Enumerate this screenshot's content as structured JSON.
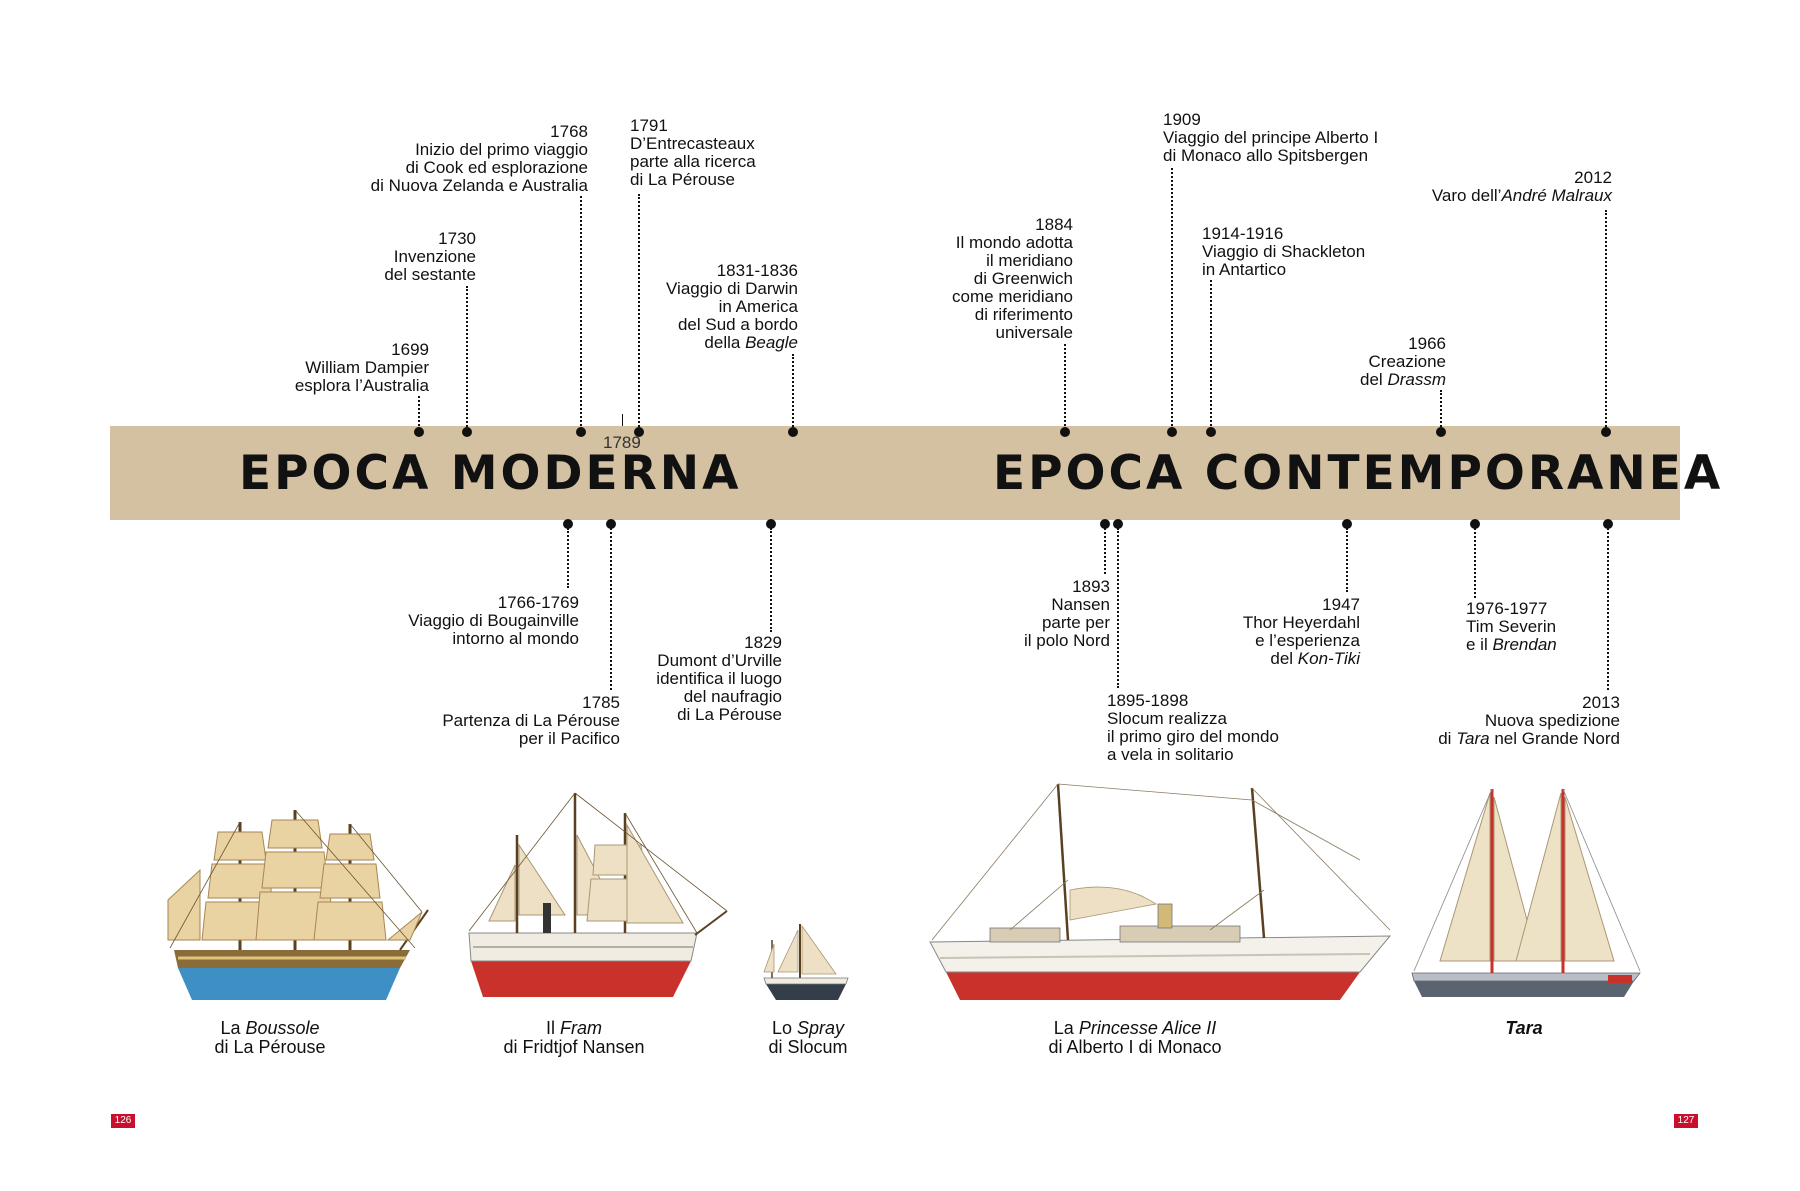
{
  "eras": {
    "modern": "EPOCA MODERNA",
    "contemporary": "EPOCA CONTEMPORANEA"
  },
  "year_marker": "1789",
  "events_above": [
    {
      "year": "1699",
      "lines": [
        "William Dampier",
        "esplora l’Australia"
      ]
    },
    {
      "year": "1730",
      "lines": [
        "Invenzione",
        "del sestante"
      ]
    },
    {
      "year": "1768",
      "lines": [
        "Inizio del primo viaggio",
        "di Cook ed esplorazione",
        "di Nuova Zelanda e Australia"
      ]
    },
    {
      "year": "1791",
      "lines": [
        "D’Entrecasteaux",
        "parte alla ricerca",
        "di La Pérouse"
      ]
    },
    {
      "year": "1831-1836",
      "lines": [
        "Viaggio di Darwin",
        "in America",
        "del Sud a bordo",
        "della "
      ],
      "italic": "Beagle"
    },
    {
      "year": "1884",
      "lines": [
        "Il mondo adotta",
        "il meridiano",
        "di Greenwich",
        "come meridiano",
        "di riferimento",
        "universale"
      ]
    },
    {
      "year": "1909",
      "lines": [
        "Viaggio del principe Alberto I",
        "di Monaco allo Spitsbergen"
      ]
    },
    {
      "year": "1914-1916",
      "lines": [
        "Viaggio di Shackleton",
        "in Antartico"
      ]
    },
    {
      "year": "1966",
      "lines": [
        "Creazione",
        "del "
      ],
      "italic": "Drassm"
    },
    {
      "year": "2012",
      "lines": [
        "Varo dell’"
      ],
      "italic": "André Malraux"
    }
  ],
  "events_below": [
    {
      "year": "1766-1769",
      "lines": [
        "Viaggio di Bougainville",
        "intorno al mondo"
      ]
    },
    {
      "year": "1785",
      "lines": [
        "Partenza di La Pérouse",
        "per il Pacifico"
      ]
    },
    {
      "year": "1829",
      "lines": [
        "Dumont d’Urville",
        "identifica il luogo",
        "del naufragio",
        "di La Pérouse"
      ]
    },
    {
      "year": "1893",
      "lines": [
        "Nansen",
        "parte per",
        "il polo Nord"
      ]
    },
    {
      "year": "1895-1898",
      "lines": [
        "Slocum realizza",
        "il primo giro del mondo",
        "a vela in solitario"
      ]
    },
    {
      "year": "1947",
      "lines": [
        "Thor Heyerdahl",
        "e l’esperienza",
        "del "
      ],
      "italic": "Kon-Tiki"
    },
    {
      "year": "1976-1977",
      "lines": [
        "Tim Severin",
        "e il "
      ],
      "italic": "Brendan"
    },
    {
      "year": "2013",
      "lines": [
        "Nuova spedizione",
        "di "
      ],
      "italic": "Tara",
      "tail": " nel Grande Nord"
    }
  ],
  "ships": [
    {
      "prefix": "La ",
      "italic": "Boussole",
      "line2": "di La Pérouse",
      "icon": "sailing-ship-boussole-icon"
    },
    {
      "prefix": "Il ",
      "italic": "Fram",
      "line2": "di Fridtjof Nansen",
      "icon": "schooner-fram-icon"
    },
    {
      "prefix": "Lo ",
      "italic": "Spray",
      "line2": "di Slocum",
      "icon": "sloop-spray-icon"
    },
    {
      "prefix": "La ",
      "italic": "Princesse Alice II",
      "line2": "di Alberto I di Monaco",
      "icon": "steam-yacht-princesse-alice-icon"
    },
    {
      "prefix": "",
      "italic": "Tara",
      "line2": "",
      "icon": "schooner-tara-icon"
    }
  ],
  "page_numbers": {
    "left": "126",
    "right": "127"
  },
  "colors": {
    "band": "#d3c1a2",
    "hull_red": "#c8322a",
    "hull_blue": "#3d8fc4",
    "sail": "#e9d3a3",
    "page_badge": "#c8102e"
  }
}
